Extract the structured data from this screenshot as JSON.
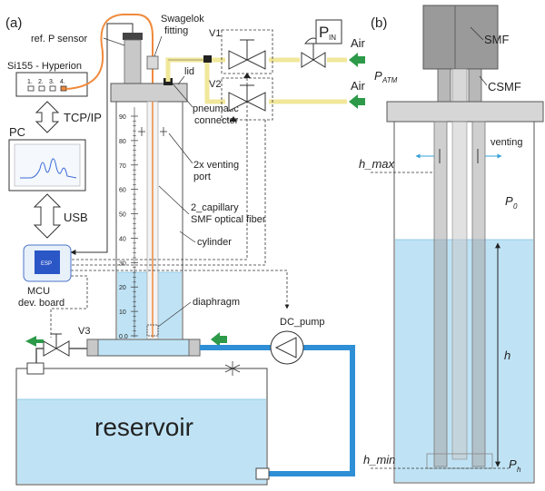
{
  "panel_a": {
    "label": "(a)",
    "ref_sensor": "ref. P sensor",
    "swagelok_1": "Swagelok",
    "swagelok_2": "fitting",
    "hyperion": "Si155 - Hyperion",
    "channels": [
      "1.",
      "2.",
      "3.",
      "4."
    ],
    "v1": "V1",
    "v2": "V2",
    "v3": "V3",
    "pin_main": "P",
    "pin_sub": "IN",
    "air_top": "Air",
    "air_mid": "Air",
    "lid": "lid",
    "tcpip": "TCP/IP",
    "pc": "PC",
    "usb": "USB",
    "pneumatic_1": "pneumatic",
    "pneumatic_2": "connector",
    "venting_1": "2x venting",
    "venting_2": "port",
    "capillary_1": "2_capillary",
    "capillary_2": "SMF optical fiber",
    "cylinder": "cylinder",
    "mcu_1": "MCU",
    "mcu_2": "dev. board",
    "mcu_chip": "ESP",
    "diaphragm": "diaphragm",
    "dc_pump": "DC_pump",
    "reservoir": "reservoir",
    "scale": [
      "90",
      "80",
      "70",
      "60",
      "50",
      "40",
      "30",
      "20",
      "10",
      "0.0"
    ]
  },
  "panel_b": {
    "label": "(b)",
    "smf": "SMF",
    "csmf": "CSMF",
    "patm_main": "P",
    "patm_sub": "ATM",
    "venting": "venting",
    "h_max": "h_max",
    "p0_main": "P",
    "p0_sub": "0",
    "h": "h",
    "h_min": "h_min",
    "ph_main": "P",
    "ph_sub": "h"
  },
  "colors": {
    "water": "#bfe3f5",
    "water_dark": "#a9d8f0",
    "tube_yellow": "#f1e79a",
    "tube_blue": "#2e8fd6",
    "fiber_orange": "#f08a3c",
    "arrow_green": "#2c9a48",
    "metal": "#c8c8c8"
  }
}
